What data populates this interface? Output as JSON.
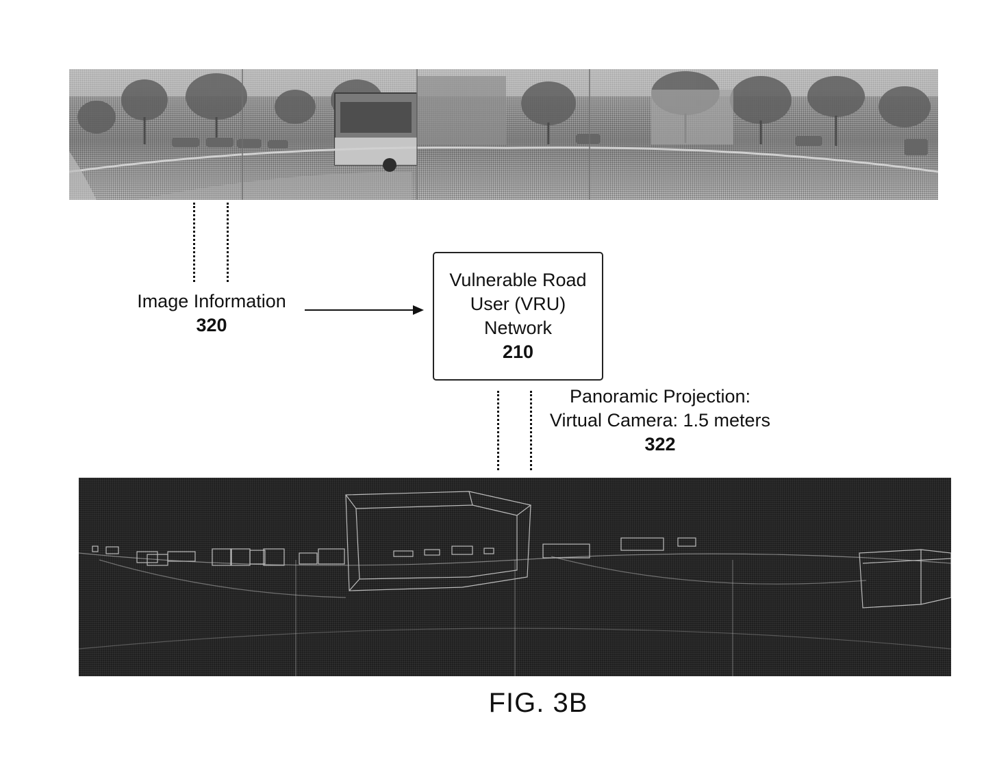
{
  "image_information": {
    "label": "Image Information",
    "ref": "320"
  },
  "vru_network": {
    "line1": "Vulnerable Road",
    "line2": "User (VRU)",
    "line3": "Network",
    "ref": "210"
  },
  "panoramic_projection": {
    "line1": "Panoramic Projection:",
    "line2": "Virtual Camera: 1.5 meters",
    "ref": "322"
  },
  "figure_caption": "FIG. 3B"
}
